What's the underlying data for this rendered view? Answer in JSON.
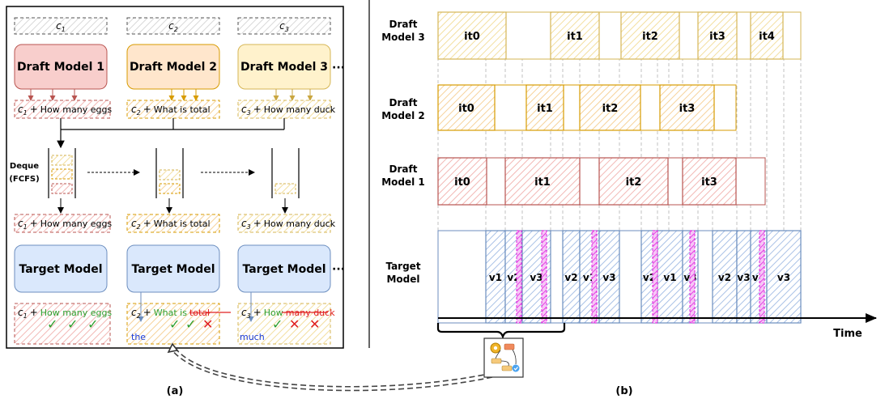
{
  "panel_a": {
    "caption": "(a)",
    "contexts": [
      "c",
      "c",
      "c"
    ],
    "context_subs": [
      "1",
      "2",
      "3"
    ],
    "draft_models": [
      "Draft Model 1",
      "Draft Model 2",
      "Draft Model 3"
    ],
    "ellipsis": "···",
    "draft_outputs": [
      "How many eggs",
      "What is total",
      "How many duck"
    ],
    "plus": "+",
    "deque_label": [
      "Deque",
      "(FCFS)"
    ],
    "target_models": [
      "Target Model",
      "Target Model",
      "Target Model"
    ],
    "verify": {
      "col1": {
        "accepted": "How many eggs"
      },
      "col2": {
        "accepted": "What is",
        "rejected": "total",
        "correction": "the"
      },
      "col3": {
        "accepted": "How",
        "rejected": "many duck",
        "correction": "much"
      }
    }
  },
  "panel_b": {
    "caption": "(b)",
    "time_label": "Time",
    "rows": [
      {
        "label": [
          "Draft",
          "Model 3"
        ],
        "iterations": [
          "it0",
          "it1",
          "it2",
          "it3",
          "it4"
        ]
      },
      {
        "label": [
          "Draft",
          "Model 2"
        ],
        "iterations": [
          "it0",
          "it1",
          "it2",
          "it3"
        ]
      },
      {
        "label": [
          "Draft",
          "Model 1"
        ],
        "iterations": [
          "it0",
          "it1",
          "it2",
          "it3"
        ]
      },
      {
        "label": [
          "Target",
          "Model"
        ],
        "verifications": [
          "v1",
          "v2",
          "v3",
          "v2",
          "v1",
          "v3",
          "v2",
          "v1",
          "v3",
          "v2",
          "v3",
          "v1",
          "v3"
        ]
      }
    ]
  },
  "colors": {
    "red_fill": "#f8cecc",
    "red_stroke": "#b85450",
    "orange_fill": "#ffe6cc",
    "orange_stroke": "#d79b00",
    "yellow_fill": "#fff2cc",
    "yellow_stroke": "#d6b656",
    "blue_fill": "#dae8fc",
    "blue_stroke": "#6c8ebf",
    "green": "#2e9e2e",
    "red_x": "#e02020",
    "magenta": "#e020e0",
    "link_blue": "#1a3ad6"
  }
}
